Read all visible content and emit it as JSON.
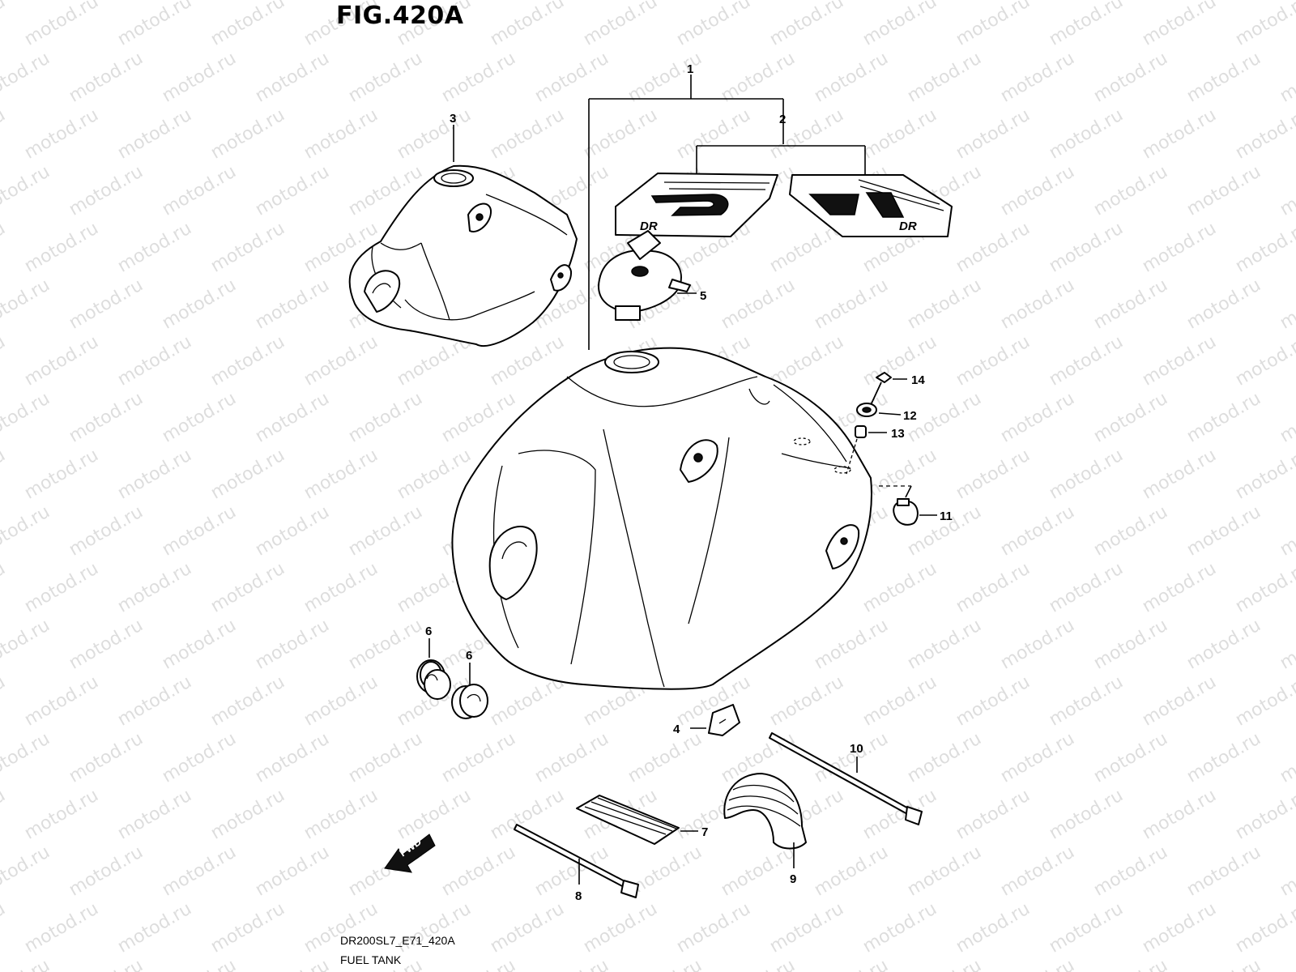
{
  "figure": {
    "title": "FIG.420A",
    "code": "DR200SL7_E71_420A",
    "name": "FUEL TANK"
  },
  "watermark": "motod.ru",
  "forward_arrow_label": "FWD",
  "decal_text": "DR",
  "callouts": {
    "c1": "1",
    "c2": "2",
    "c3": "3",
    "c4": "4",
    "c5": "5",
    "c6a": "6",
    "c6b": "6",
    "c7": "7",
    "c8": "8",
    "c9": "9",
    "c10": "10",
    "c11": "11",
    "c12": "12",
    "c13": "13",
    "c14": "14"
  }
}
